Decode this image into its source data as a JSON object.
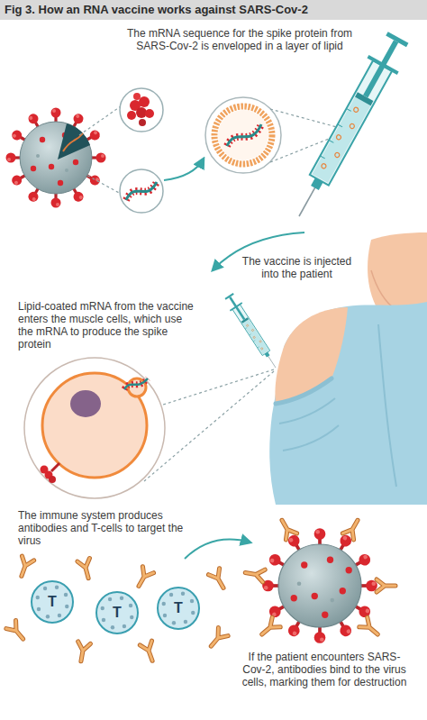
{
  "diagram": {
    "title": "Fig 3. How an RNA vaccine works against SARS-Cov-2",
    "nodes": [
      {
        "text": [
          "T"
        ]
      },
      {
        "text": [
          "T"
        ]
      },
      {
        "text": [
          "T"
        ]
      }
    ],
    "labels": [
      "The mRNA sequence for the spike protein from SARS-Cov-2 is enveloped in a layer of lipid",
      "The vaccine is injected into the patient",
      "Lipid-coated mRNA from the vaccine enters the muscle cells, which use the mRNA to produce the spike protein",
      "The immune system produces antibodies and T-cells to target the virus",
      "If the patient encounters SARS-Cov-2, antibodies bind to the virus cells, marking them for destruction"
    ]
  }
}
